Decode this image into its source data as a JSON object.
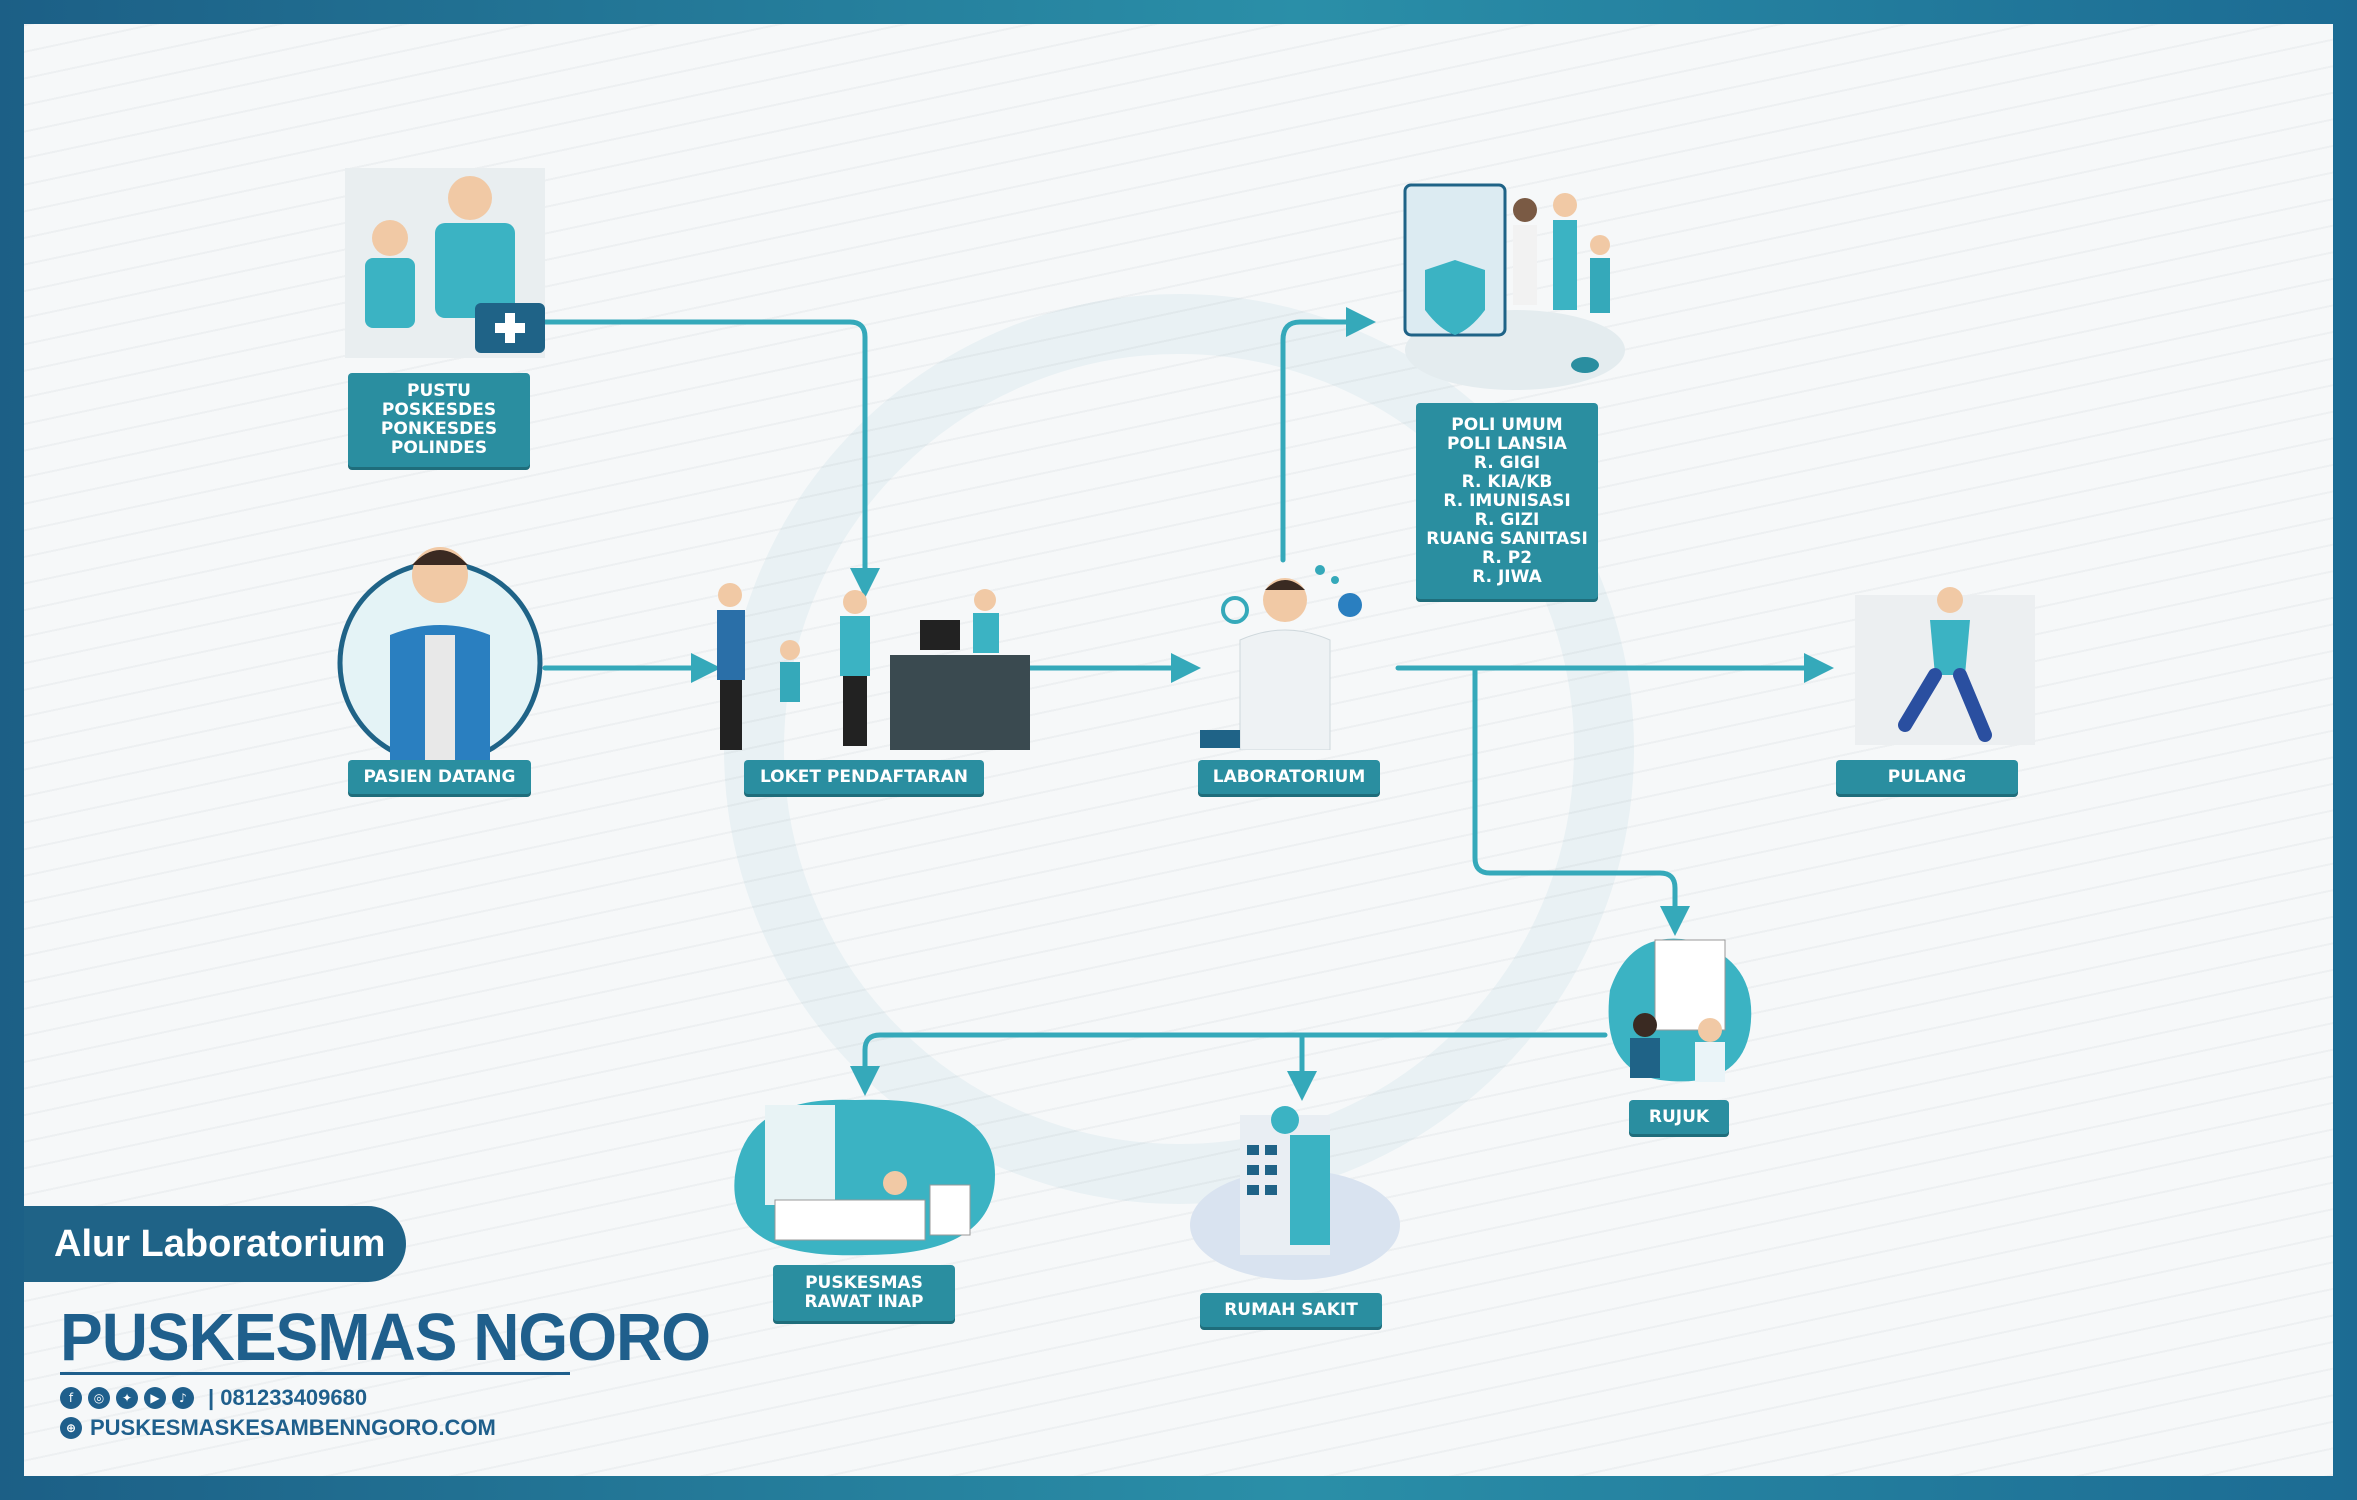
{
  "colors": {
    "accent": "#2a8ea0",
    "line": "#35a9ba",
    "brand": "#1f5f8c",
    "frame": "#1c6b93"
  },
  "nodes": {
    "pustu": [
      "PUSTU",
      "POSKESDES",
      "PONKESDES",
      "POLINDES"
    ],
    "pasien": "PASIEN DATANG",
    "loket": "LOKET PENDAFTARAN",
    "lab": "LABORATORIUM",
    "poli": [
      "POLI UMUM",
      "POLI LANSIA",
      "R. GIGI",
      "R. KIA/KB",
      "R. IMUNISASI",
      "R. GIZI",
      "RUANG SANITASI",
      "R. P2",
      "R. JIWA"
    ],
    "pulang": "PULANG",
    "rujuk": "RUJUK",
    "rawat_inap": [
      "PUSKESMAS",
      "RAWAT INAP"
    ],
    "rumah_sakit": "RUMAH SAKIT"
  },
  "footer": {
    "title": "Alur Laboratorium",
    "brand": "PUSKESMAS NGORO",
    "phone": "081233409680",
    "website": "PUSKESMASKESAMBENNGORO.COM",
    "social_icons": [
      "facebook-icon",
      "instagram-icon",
      "twitter-icon",
      "youtube-icon",
      "tiktok-icon"
    ]
  }
}
